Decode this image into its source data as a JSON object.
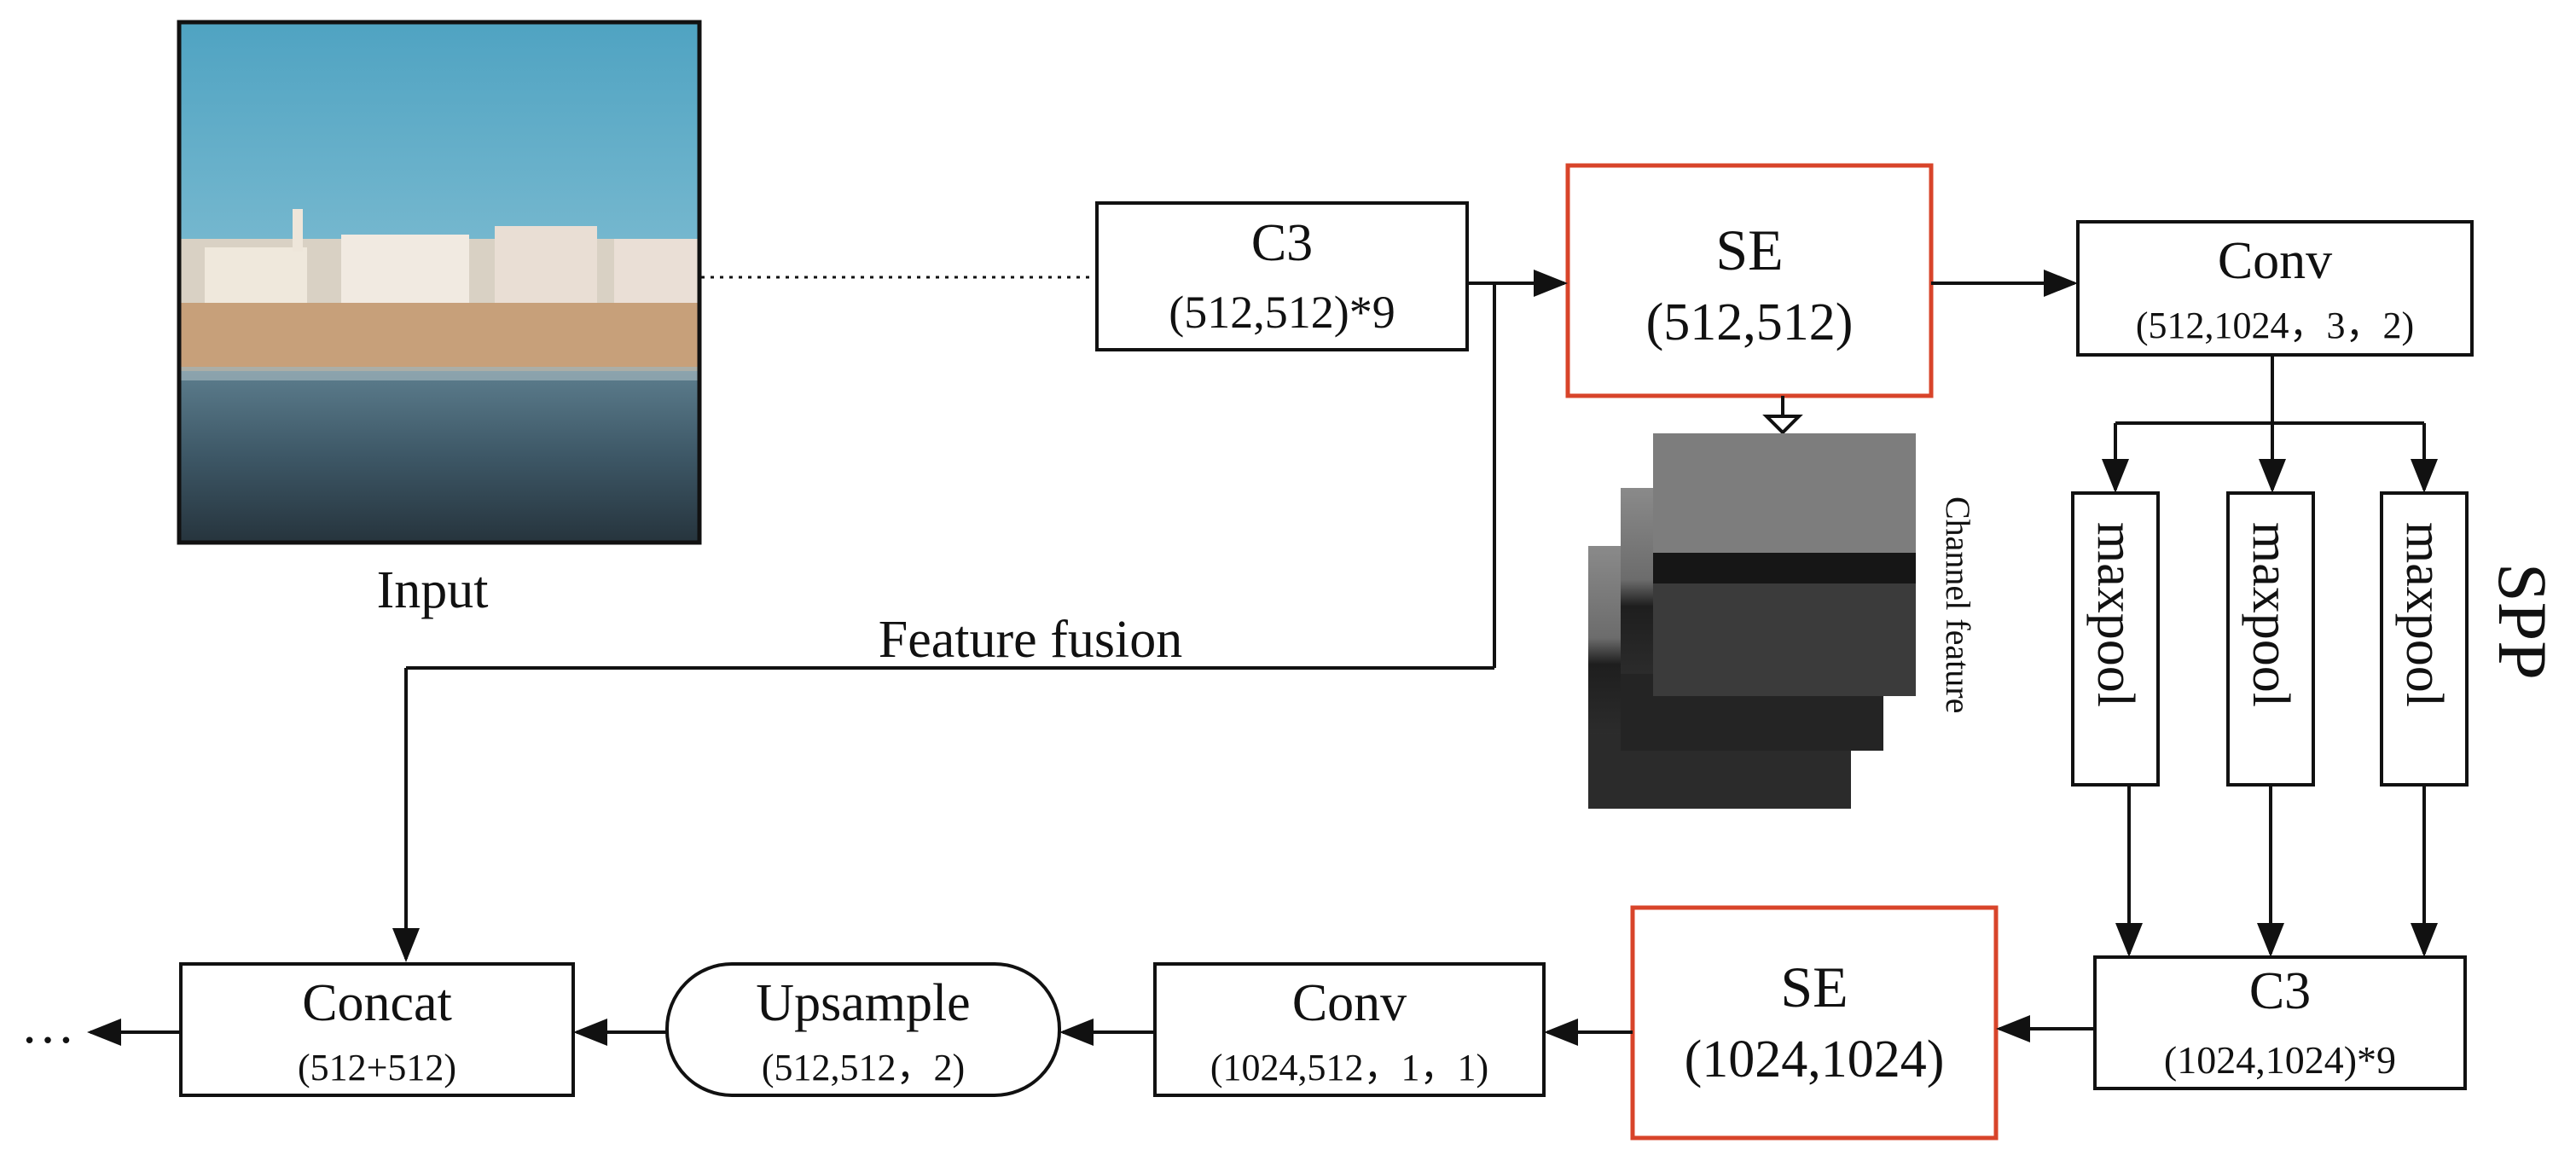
{
  "colors": {
    "se_fill": "#fba257",
    "se_border": "#d8442a",
    "line": "#111111",
    "background": "#ffffff"
  },
  "labels": {
    "input": "Input",
    "feature_fusion": "Feature fusion",
    "channel_feature": "Channel feature",
    "spp": "SPP",
    "ellipsis": "…"
  },
  "blocks": {
    "c3_top": {
      "title": "C3",
      "params": "(512,512)*9"
    },
    "se_top": {
      "title": "SE",
      "params": "(512,512)"
    },
    "conv_top": {
      "title": "Conv",
      "params": "(512,1024，3，2)"
    },
    "maxpool": [
      "maxpool",
      "maxpool",
      "maxpool"
    ],
    "c3_bottom": {
      "title": "C3",
      "params": "(1024,1024)*9"
    },
    "se_bottom": {
      "title": "SE",
      "params": "(1024,1024)"
    },
    "conv_bottom": {
      "title": "Conv",
      "params": "(1024,512，1，1)"
    },
    "upsample": {
      "title": "Upsample",
      "params": "(512,512，2)"
    },
    "concat": {
      "title": "Concat",
      "params": "(512+512)"
    }
  },
  "images": {
    "input_photo": "beach-scene-photo",
    "channel_maps": "grayscale-feature-maps"
  }
}
